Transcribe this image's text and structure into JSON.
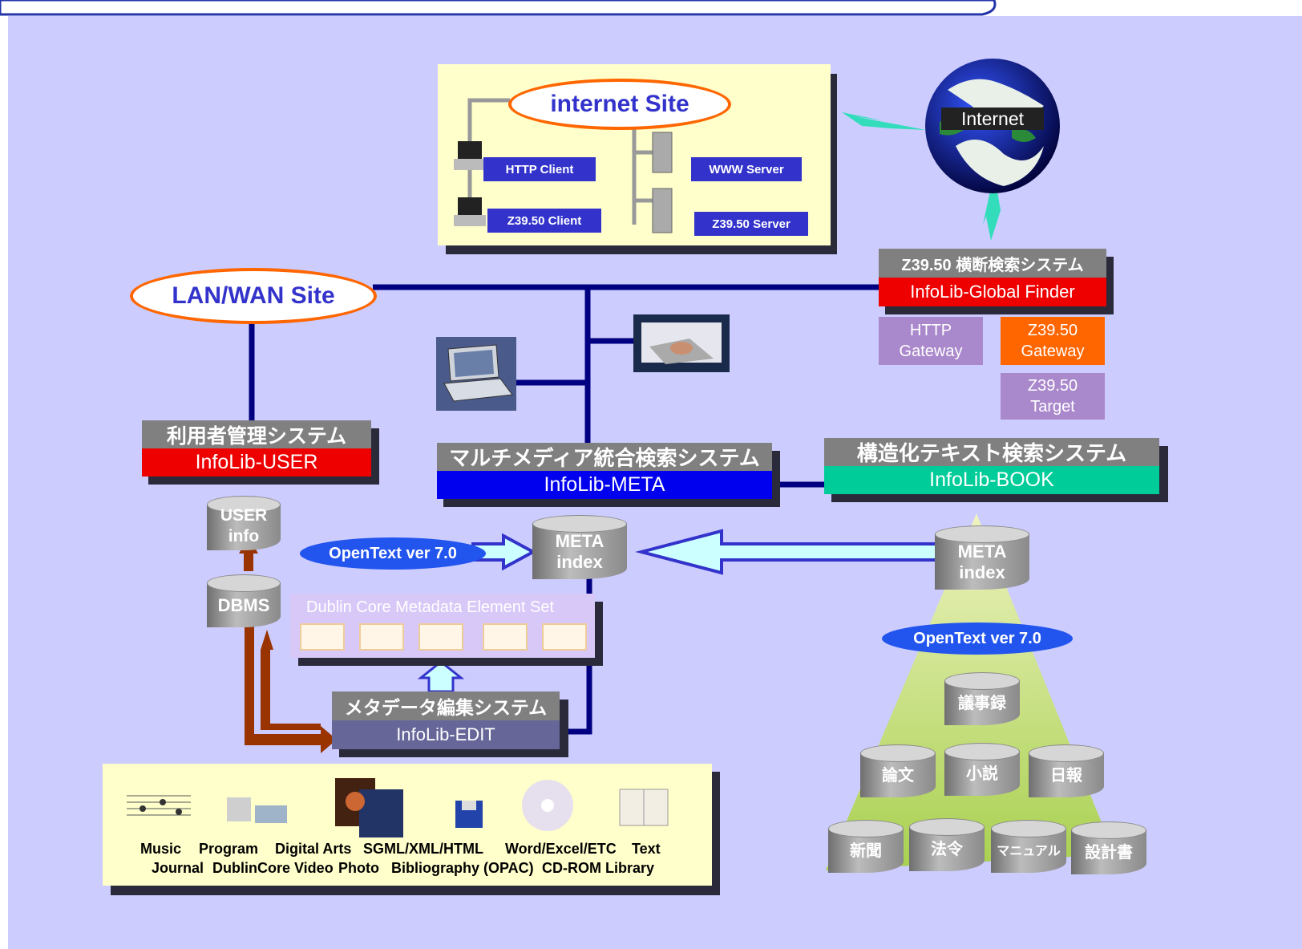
{
  "internet_site": {
    "title": "internet Site",
    "http_client": "HTTP Client",
    "z3950_client": "Z39.50  Client",
    "www_server": "WWW Server",
    "z3950_server": "Z39.50 Server"
  },
  "internet": {
    "label": "Internet"
  },
  "lan_wan": {
    "title": "LAN/WAN Site"
  },
  "global_finder": {
    "title": "Z39.50 横断検索システム",
    "name": "InfoLib-Global Finder"
  },
  "gateways": {
    "http_gateway": [
      "HTTP",
      "Gateway"
    ],
    "z3950_gateway": [
      "Z39.50",
      "Gateway"
    ],
    "z3950_target": [
      "Z39.50",
      "Target"
    ]
  },
  "user_system": {
    "title": "利用者管理システム",
    "name": "InfoLib-USER"
  },
  "meta_system": {
    "title": "マルチメディア統合検索システム",
    "name": "InfoLib-META"
  },
  "book_system": {
    "title": "構造化テキスト検索システム",
    "name": "InfoLib-BOOK"
  },
  "databases": {
    "user_info": [
      "USER",
      "info"
    ],
    "dbms": "DBMS",
    "meta_index_center": [
      "META",
      "index"
    ],
    "meta_index_right": [
      "META",
      "index"
    ]
  },
  "opentext_left": "OpenText ver 7.0",
  "opentext_right": "OpenText ver 7.0",
  "dublin_core": {
    "title": "Dublin Core Metadata Element Set"
  },
  "edit_system": {
    "title": "メタデータ編集システム",
    "name": "InfoLib-EDIT"
  },
  "media": {
    "row1": [
      "Music",
      "Program",
      "Digital Arts",
      "SGML/XML/HTML",
      "Word/Excel/ETC",
      "Text"
    ],
    "row2": [
      "Journal",
      "DublinCore",
      "Video",
      "Photo",
      "Bibliography (OPAC)",
      "CD-ROM Library"
    ]
  },
  "pyramid": {
    "top": "議事録",
    "middle": [
      "論文",
      "小説",
      "日報"
    ],
    "bottom": [
      "新聞",
      "法令",
      "マニュアル",
      "設計書"
    ]
  },
  "colors": {
    "background": "#ccccff",
    "navy_line": "#000080",
    "accent_orange": "#ff6600",
    "red": "#ee0000",
    "blue": "#0000ee",
    "teal": "#00cc99",
    "purple": "#aa88cc",
    "edit_slate": "#666699"
  }
}
